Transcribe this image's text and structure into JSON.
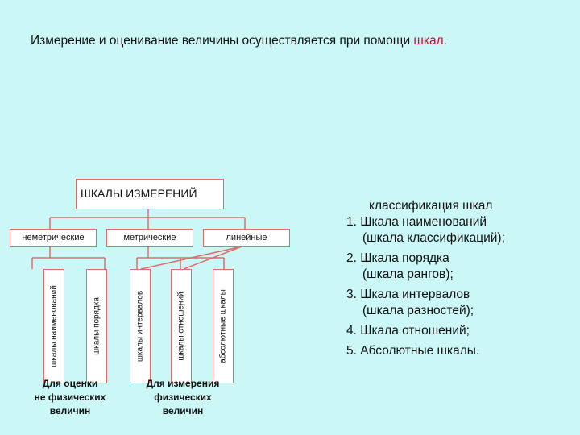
{
  "heading": {
    "text": "Измерение и оценивание величины осуществляется при помощи ",
    "accent": "шкал",
    "tail": "."
  },
  "diagram": {
    "root": "ШКАЛЫ ИЗМЕРЕНИЙ",
    "types": [
      "неметрические",
      "метрические",
      "линейные"
    ],
    "scales": [
      "шкалы наименований",
      "шкалы порядка",
      "шкалы интервалов",
      "шкалы отношений",
      "абсолютные шкалы"
    ],
    "notes": [
      "Для оценки\nне физических\nвеличин",
      "Для измерения\nфизических\nвеличин"
    ],
    "colors": {
      "border": "#e06b6b",
      "line": "#e06b6b",
      "background": "#ccf7f7"
    }
  },
  "classification": {
    "title": "классификация шкал",
    "items": [
      {
        "main": "1. Шкала наименований",
        "sub": "(шкала классификаций);"
      },
      {
        "main": "2. Шкала порядка",
        "sub": "(шкала рангов);"
      },
      {
        "main": "3. Шкала интервалов",
        "sub": "(шкала разностей);"
      },
      {
        "main": "4. Шкала отношений;",
        "sub": ""
      },
      {
        "main": "5. Абсолютные шкалы.",
        "sub": ""
      }
    ]
  }
}
